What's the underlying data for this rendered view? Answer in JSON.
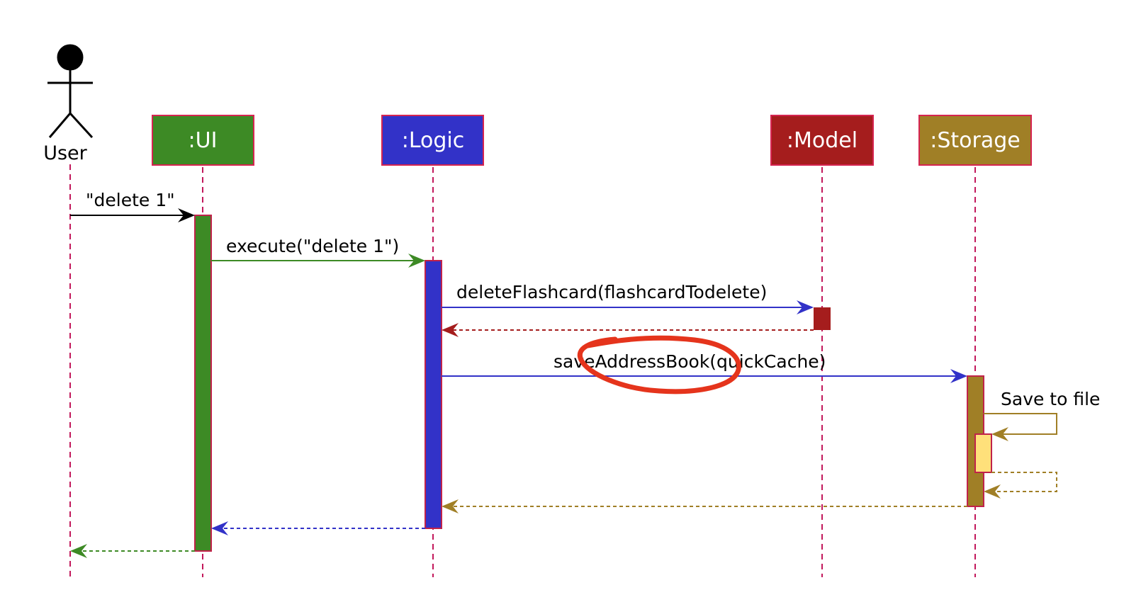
{
  "actor": {
    "label": "User"
  },
  "participants": [
    {
      "id": "ui",
      "label": ":UI",
      "color": "#3d8a25"
    },
    {
      "id": "logic",
      "label": ":Logic",
      "color": "#3232c8"
    },
    {
      "id": "model",
      "label": ":Model",
      "color": "#a51d1d"
    },
    {
      "id": "storage",
      "label": ":Storage",
      "color": "#a07f26"
    }
  ],
  "lifeline_color": "#c2185b",
  "activation_border": "#c0224a",
  "self_activation_color": "#ffe07a",
  "messages": [
    {
      "id": "m1",
      "label": "\"delete 1\"",
      "from": "user",
      "to": "ui",
      "style": "solid",
      "color": "#000000"
    },
    {
      "id": "m2",
      "label": "execute(\"delete 1\")",
      "from": "ui",
      "to": "logic",
      "style": "solid",
      "color": "#3d8a25"
    },
    {
      "id": "m3",
      "label": "deleteFlashcard(flashcardTodelete)",
      "from": "logic",
      "to": "model",
      "style": "solid",
      "color": "#3232c8"
    },
    {
      "id": "m4",
      "label": "",
      "from": "model",
      "to": "logic",
      "style": "dashed",
      "color": "#a51d1d"
    },
    {
      "id": "m5",
      "label": "saveAddressBook(quickCache)",
      "from": "logic",
      "to": "storage",
      "style": "solid",
      "color": "#3232c8"
    },
    {
      "id": "m6",
      "label": "Save to file",
      "from": "storage",
      "to": "storage",
      "style": "solid",
      "color": "#a07f26"
    },
    {
      "id": "m7",
      "label": "",
      "from": "storage",
      "to": "storage",
      "style": "dashed",
      "color": "#a07f26"
    },
    {
      "id": "m8",
      "label": "",
      "from": "storage",
      "to": "logic",
      "style": "dashed",
      "color": "#a07f26"
    },
    {
      "id": "m9",
      "label": "",
      "from": "logic",
      "to": "ui",
      "style": "dashed",
      "color": "#3232c8"
    },
    {
      "id": "m10",
      "label": "",
      "from": "ui",
      "to": "user",
      "style": "dashed",
      "color": "#3d8a25"
    }
  ],
  "annotation": {
    "color": "#e5341c"
  }
}
